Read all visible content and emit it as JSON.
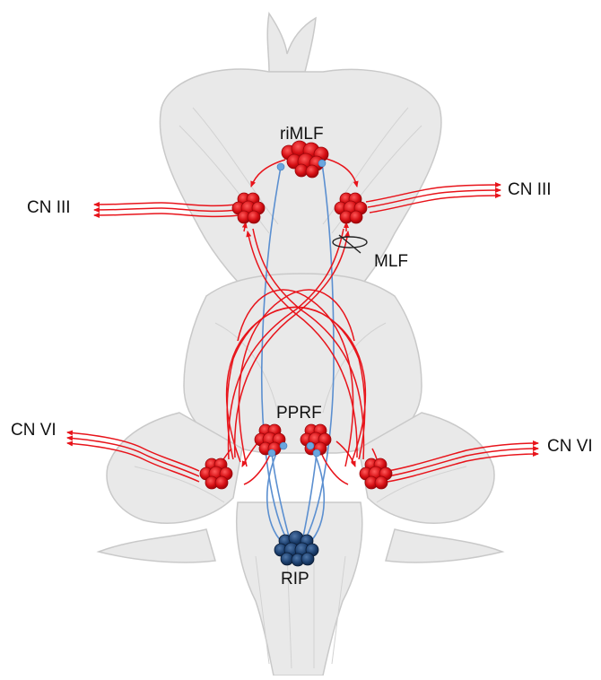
{
  "labels": {
    "rimlf": "riMLF",
    "cn3_left": "CN III",
    "cn3_right": "CN III",
    "mlf": "MLF",
    "pprf": "PPRF",
    "cn6_left": "CN VI",
    "cn6_right": "CN VI",
    "rip": "RIP"
  },
  "colors": {
    "excitatory": "#e8141b",
    "nucleus_red": "#d40d12",
    "inhibitory_line": "#5b8fd0",
    "inhibitory_dot": "#6aa6de",
    "rip_nucleus": "#1c3f6e",
    "anatomy_fill": "#e9e9e9",
    "anatomy_stroke": "#c9c9c9"
  },
  "icons": {
    "background": "brainstem-anatomy-illustration",
    "nucleus": "neuron-cluster-icon",
    "pathway_end": "arrowhead-icon",
    "mlf_marker": "ellipse-marker-icon"
  }
}
